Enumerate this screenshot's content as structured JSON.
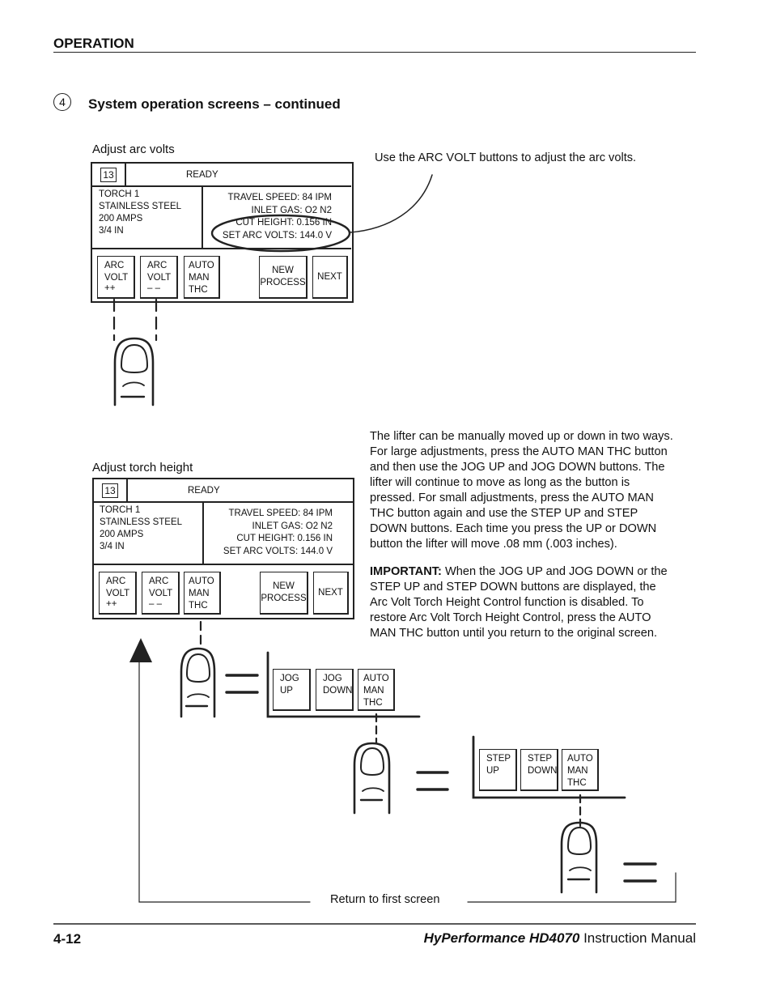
{
  "header": {
    "section": "OPERATION"
  },
  "step": {
    "number": "4",
    "title": "System operation screens – continued"
  },
  "arc": {
    "caption": "Adjust arc volts",
    "note": "Use the ARC VOLT buttons to adjust the arc volts.",
    "screen": {
      "number": "13",
      "status": "READY",
      "left_lines": [
        "TORCH 1",
        "STAINLESS STEEL",
        "200 AMPS",
        "3/4 IN"
      ],
      "right_lines": [
        "TRAVEL SPEED: 84 IPM",
        "INLET GAS: O2 N2",
        "CUT HEIGHT: 0.156 IN",
        "SET ARC VOLTS: 144.0 V"
      ],
      "buttons": [
        {
          "lines": [
            "ARC",
            "VOLT",
            "++"
          ]
        },
        {
          "lines": [
            "ARC",
            "VOLT",
            "– –"
          ]
        },
        {
          "lines": [
            "AUTO",
            "MAN",
            "THC"
          ]
        },
        {
          "lines": [
            "NEW",
            "PROCESS"
          ]
        },
        {
          "lines": [
            "NEXT"
          ]
        }
      ]
    }
  },
  "torch": {
    "caption": "Adjust torch height",
    "screen": {
      "number": "13",
      "status": "READY",
      "left_lines": [
        "TORCH 1",
        "STAINLESS STEEL",
        "200 AMPS",
        "3/4 IN"
      ],
      "right_lines": [
        "TRAVEL SPEED: 84 IPM",
        "INLET GAS: O2 N2",
        "CUT HEIGHT: 0.156 IN",
        "SET ARC VOLTS: 144.0 V"
      ],
      "buttons": [
        {
          "lines": [
            "ARC",
            "VOLT",
            "++"
          ]
        },
        {
          "lines": [
            "ARC",
            "VOLT",
            "– –"
          ]
        },
        {
          "lines": [
            "AUTO",
            "MAN",
            "THC"
          ]
        },
        {
          "lines": [
            "NEW",
            "PROCESS"
          ]
        },
        {
          "lines": [
            "NEXT"
          ]
        }
      ]
    },
    "paragraph_lines": [
      "The lifter can be manually moved up or down in two ways.",
      "For large adjustments, press the AUTO MAN THC button",
      "and then use the JOG UP and JOG DOWN buttons. The",
      "lifter will continue to move as long as the button is",
      "pressed. For small adjustments, press the AUTO MAN",
      "THC button again and use the STEP UP and STEP",
      "DOWN buttons. Each time you press the UP or DOWN",
      "button the lifter will move .08 mm (.003 inches)."
    ],
    "important_label": "IMPORTANT:",
    "important_lines": [
      " When the JOG UP and JOG DOWN or the",
      "STEP UP and STEP DOWN buttons are displayed, the",
      "Arc Volt Torch Height Control function is disabled. To",
      "restore Arc Volt Torch Height Control, press the AUTO",
      "MAN THC button until you return to the original screen."
    ],
    "jog_buttons": [
      {
        "lines": [
          "JOG",
          "UP"
        ]
      },
      {
        "lines": [
          "JOG",
          "DOWN"
        ]
      },
      {
        "lines": [
          "AUTO",
          "MAN",
          "THC"
        ]
      }
    ],
    "step_buttons": [
      {
        "lines": [
          "STEP",
          "UP"
        ]
      },
      {
        "lines": [
          "STEP",
          "DOWN"
        ]
      },
      {
        "lines": [
          "AUTO",
          "MAN",
          "THC"
        ]
      }
    ],
    "return_label": "Return to first screen"
  },
  "footer": {
    "page": "4-12",
    "brand": "HyPerformance HD4070",
    "manual": " Instruction Manual"
  }
}
